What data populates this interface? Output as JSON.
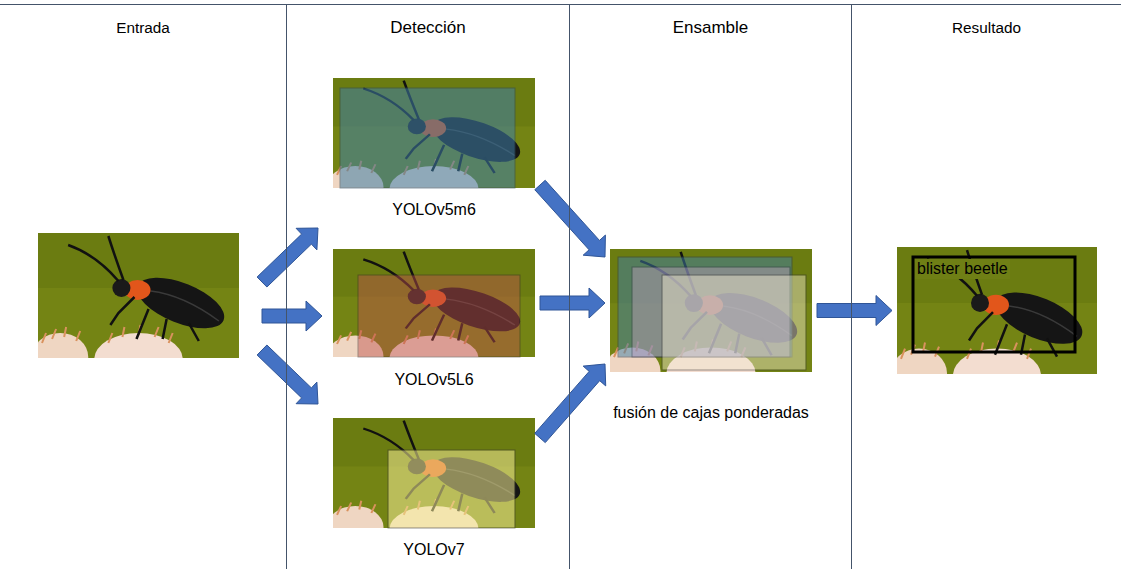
{
  "diagram": {
    "nodes": [
      {
        "text": [
          "Entrada"
        ]
      },
      {
        "text": [
          "Detección"
        ]
      },
      {
        "text": [
          "Ensamble"
        ]
      },
      {
        "text": [
          "Resultado"
        ]
      },
      {
        "text": [
          "YOLOv5m6"
        ],
        "in": 1
      },
      {
        "text": [
          "YOLOv5L6"
        ],
        "in": 1
      },
      {
        "text": [
          "YOLOv7"
        ],
        "in": 1
      },
      {
        "text": [
          "fusión de cajas ponderadas"
        ],
        "in": 2
      },
      {
        "text": [
          "blister beetle"
        ],
        "in": 3
      }
    ],
    "edges": [
      {
        "from": 4,
        "to": 7,
        "arrow": "to"
      },
      {
        "from": 5,
        "to": 7,
        "arrow": "to"
      },
      {
        "from": 6,
        "to": 7,
        "arrow": "to"
      },
      {
        "from": 7,
        "to": 8,
        "arrow": "to"
      }
    ]
  }
}
